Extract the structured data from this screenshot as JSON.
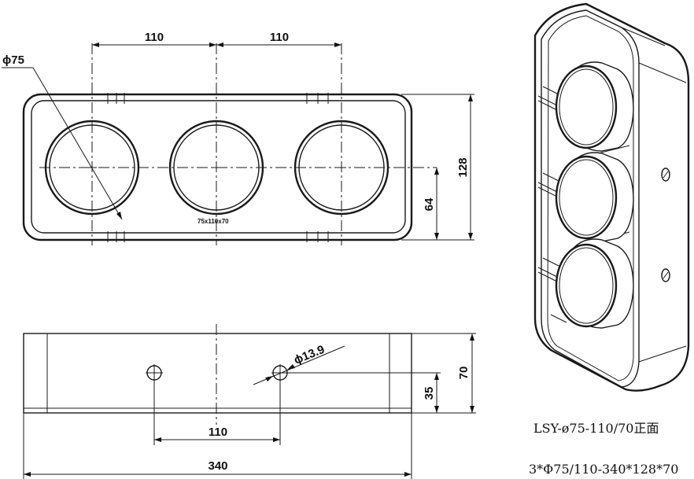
{
  "front_view": {
    "dim_top_left": "110",
    "dim_top_right": "110",
    "dim_diameter": "ϕ75",
    "dim_height": "128",
    "dim_half_height": "64",
    "model_label": "75x110x70"
  },
  "bottom_view": {
    "dim_hole": "ϕ13.9",
    "dim_hole_spacing": "110",
    "dim_length": "340",
    "dim_depth": "70",
    "dim_hole_height": "35"
  },
  "captions": {
    "line1": "LSY-ø75-110/70正面",
    "line2": "3*Φ75/110-340*128*70"
  }
}
